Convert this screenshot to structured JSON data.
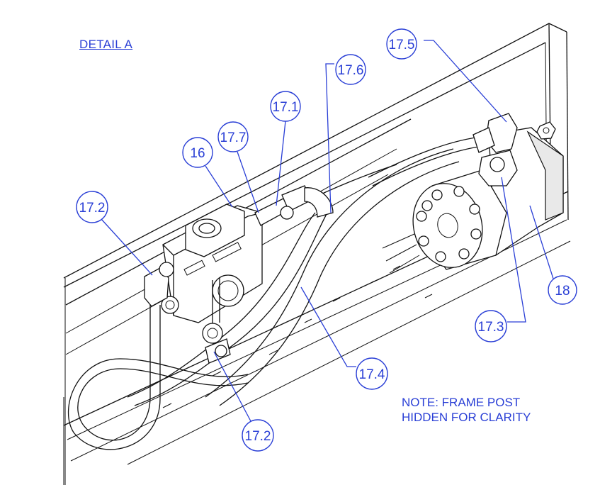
{
  "title": "DETAIL A",
  "note": {
    "line1": "NOTE: FRAME POST",
    "line2": "HIDDEN FOR CLARITY"
  },
  "callouts": {
    "c17_5": "17.5",
    "c17_6": "17.6",
    "c17_1": "17.1",
    "c17_7": "17.7",
    "c16": "16",
    "c17_2_top": "17.2",
    "c18": "18",
    "c17_3": "17.3",
    "c17_4": "17.4",
    "c17_2_bottom": "17.2"
  },
  "colors": {
    "annotation": "#2a3fd6",
    "line": "#111111",
    "background": "#ffffff"
  }
}
